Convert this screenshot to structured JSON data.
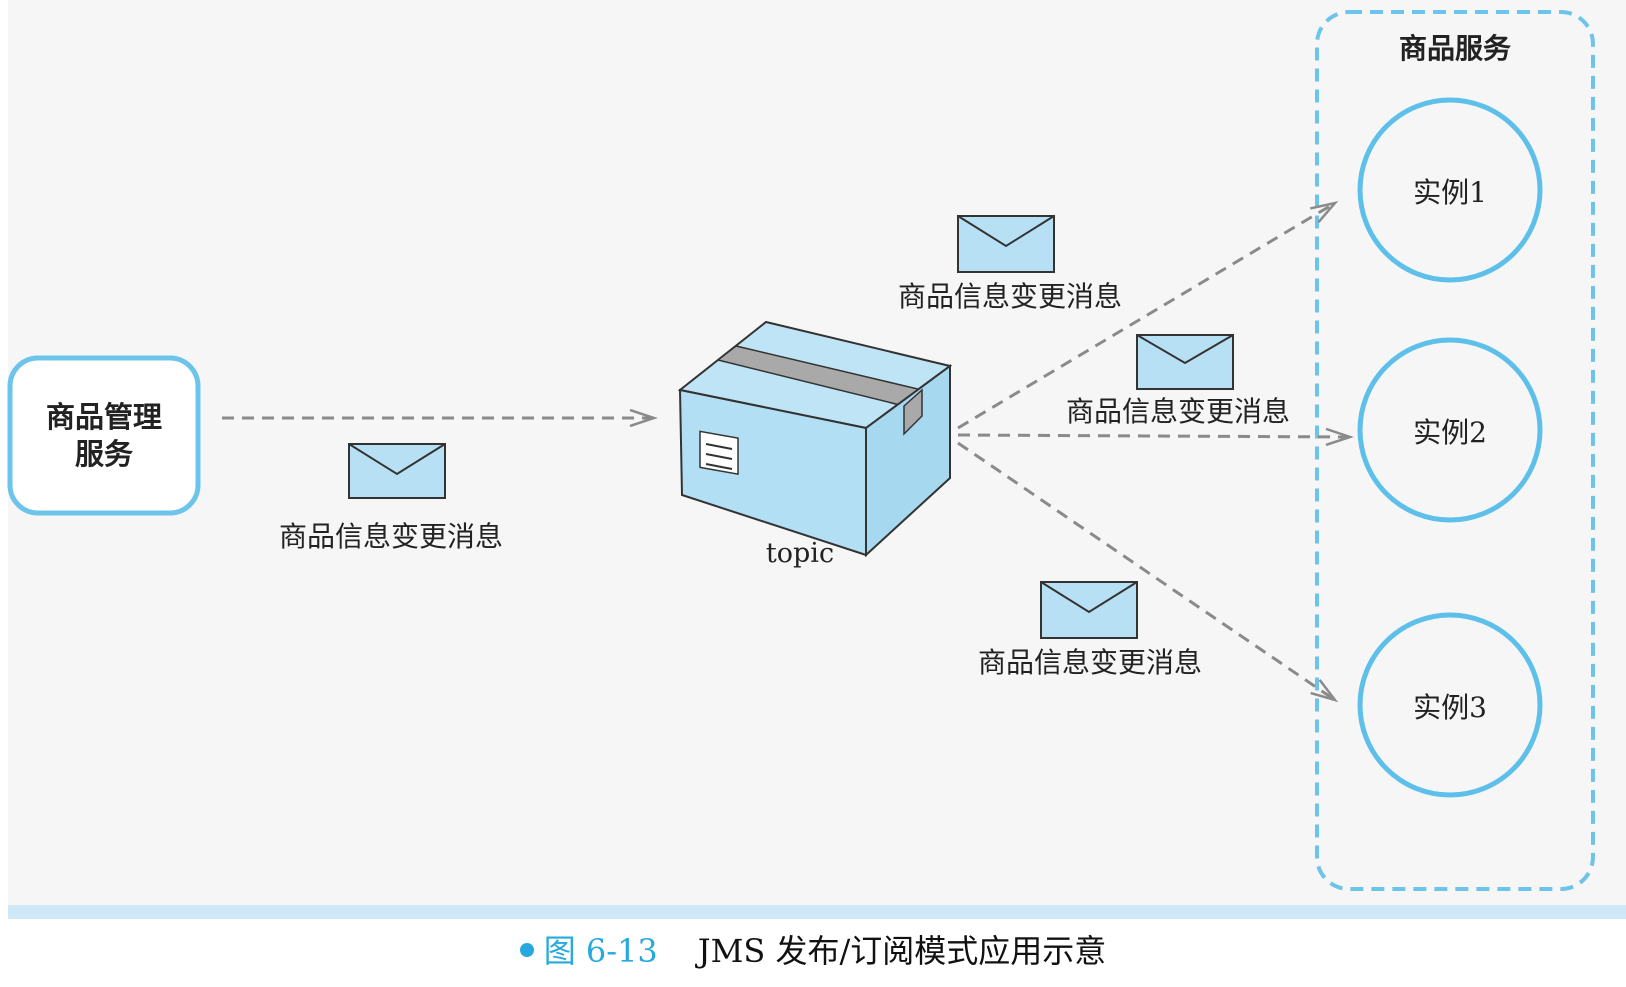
{
  "nodes": {
    "management_service": "商品管理\n服务",
    "topic": "topic",
    "group": "商品服务",
    "instances": [
      "实例1",
      "实例2",
      "实例3"
    ]
  },
  "messages": {
    "to_topic": "商品信息变更消息",
    "to_instance_1": "商品信息变更消息",
    "to_instance_2": "商品信息变更消息",
    "to_instance_3": "商品信息变更消息"
  },
  "caption": {
    "figure_number": "图 6-13",
    "title": "JMS 发布/订阅模式应用示意"
  },
  "colors": {
    "box_fill": "#b7e0f4",
    "border_blue": "#62bfe8",
    "arrow_gray": "#8a8a8a",
    "panel_bg": "#f6f6f6",
    "accent": "#27a9df"
  }
}
